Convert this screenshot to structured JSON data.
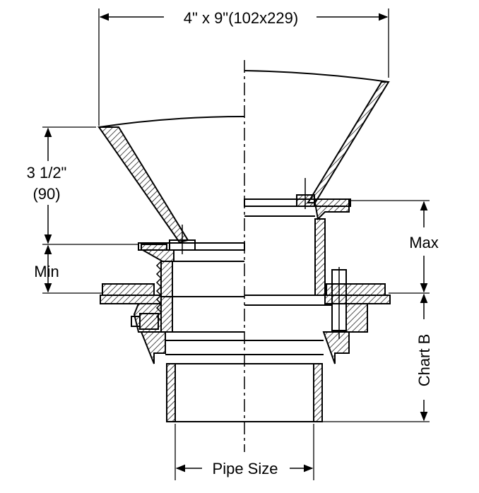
{
  "dimensions": {
    "width_label": "4\" x 9\"(102x229)",
    "height_label_line1": "3 1/2\"",
    "height_label_line2": "(90)",
    "min_label": "Min",
    "max_label": "Max",
    "chart_label": "Chart B",
    "pipe_label": "Pipe Size"
  },
  "colors": {
    "line": "#000000",
    "background": "#ffffff"
  }
}
